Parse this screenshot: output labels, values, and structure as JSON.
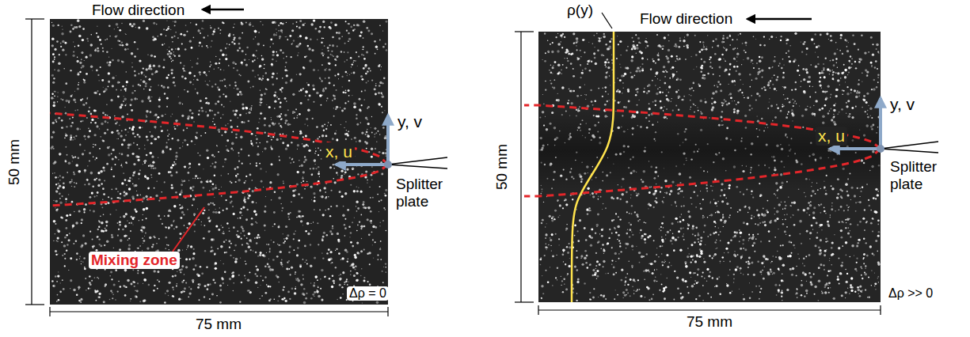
{
  "diagram": {
    "labels": [
      "Flow direction",
      "50 mm",
      "75 mm",
      "y, v",
      "x, u",
      "Splitter plate",
      "Mixing zone",
      "Δρ = 0",
      "ρ(y)",
      "Flow direction",
      "50 mm",
      "75 mm",
      "y, v",
      "x, u",
      "Splitter plate",
      "Δρ >> 0"
    ]
  }
}
